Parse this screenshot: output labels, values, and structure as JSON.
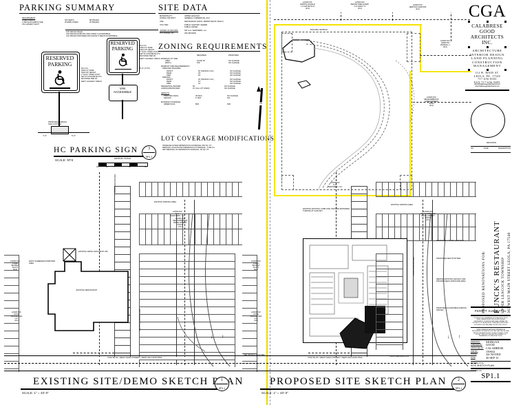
{
  "sheet": {
    "number": "SP1.1",
    "title": "SITE SKETCH PLAN",
    "submittal": "PERMIT SUBMITTAL",
    "project_for": "PROPOSED RENOVATIONS FOR:",
    "project_name": "FUNCK'S RESTAURANT",
    "municipality_line": "UPPER LEACOCK TOWNSHIP",
    "address_line": "363 WEST MAIN STREET LEOLA, PA 17540"
  },
  "logo": {
    "mark": "CGA",
    "name_lines": [
      "CALABRESE",
      "GOOD",
      "ARCHITECTS",
      "INC."
    ],
    "services": [
      "ARCHITECTURE",
      "INTERIOR DESIGN",
      "LAND PLANNING",
      "CONSTRUCTION",
      "MANAGEMENT"
    ],
    "address": [
      "114 W. MAIN ST.",
      "LEOLA, PA. 17540",
      "717-656-8383",
      "FAX:717-656-9695"
    ],
    "web": [
      "office@calabresegoodarchitects.com",
      "www.calabresegoodarchitects.com"
    ]
  },
  "titleblock": {
    "disclaimer1": "COPYRIGHT 2015 CALABRESE GOOD ARCHITECTS INC. THESE DRAWINGS AND SPECIFICATIONS ARE INSTRUMENTS OF SERVICE AND SHALL REMAIN THE PROPERTY OF THE ARCHITECT WHETHER THE PROJECT FOR WHICH THEY ARE MADE IS EXECUTED OR NOT.",
    "disclaimer2": "THESE DRAWINGS HAVE BEEN PREPARED AS INSTRUMENTS OF SERVICE FOR ONE TIME USE ONLY AND MAY NOT BE REPRODUCED OR USED FOR ANY OTHER PROJECT WITHOUT THE WRITTEN CONSENT OF CALABRESE GOOD ARCHITECTS INC.",
    "fields": [
      {
        "key": "DRAWN BY",
        "value": "MORGAN"
      },
      {
        "key": "CHECKED BY",
        "value": "GOOD"
      },
      {
        "key": "APPROVED BY",
        "value": "CALABRESE"
      },
      {
        "key": "JOB NO.",
        "value": "150632"
      },
      {
        "key": "SCALE",
        "value": "AS NOTED"
      },
      {
        "key": "DATE",
        "value": "30 SEP 15"
      }
    ],
    "drawing_title_key": "DRAWING TITLE",
    "drawing_title_value": "SITE SKETCH PLAN",
    "drawing_no_key": "DRAWING NO.",
    "drawing_no_value": "SP1.1",
    "revisions_key": "REVISIONS",
    "revisions_cols": [
      "NO.",
      "DATE",
      "DESCRIPTION"
    ]
  },
  "parking_summary": {
    "heading": "PARKING  SUMMARY",
    "col_headers": [
      "REQUIREMENT",
      "",
      ""
    ],
    "rows": [
      {
        "req": "1 PER 4 SEATS",
        "basis": "300 SEATS",
        "result": "88 SPACES"
      },
      {
        "req": "1 PER EACH EMPLOYEE",
        "basis": "20 EMPLOYEES",
        "result": "20 SPACES"
      },
      {
        "req": "ON LARGEST SHIFT",
        "basis": "",
        "result": ""
      }
    ],
    "totals": [
      "108 SPACES REQD",
      "146 SPACES EXISTING (INCLUDING 6 ACCESSIBLE)",
      "142 SPACES PROVIDED (INCLUDING 5 REQ'D ACCESSIBLE)"
    ]
  },
  "site_data": {
    "heading": "SITE  DATA",
    "rows": [
      {
        "key": "MUNICIPALITY:",
        "value": "UPPER LEACOCK"
      },
      {
        "key": "ZONING DISTRICT:",
        "value": "GENERAL COMMERCIAL (GC)"
      },
      {
        "key": "USE:",
        "value": "RESTAURANT (EXIST, PERMITTED BY RIGHT)"
      },
      {
        "key": "UTILITIES:",
        "value": "PUBLIC SANITARY SEWER"
      },
      {
        "key": "",
        "value": "PUBLIC WATER"
      },
      {
        "key": "OWNER OF RECORD:",
        "value": "N/F: E.G. SHEPHERD, LLC"
      },
      {
        "key": "TAX PARCEL NO:",
        "value": "360-78100000"
      }
    ]
  },
  "zoning": {
    "heading": "ZONING  REQUIREMENTS",
    "col_headers": [
      "",
      "REQUIRED",
      "PROPOSED"
    ],
    "groups": [
      {
        "label": "MINIMUM LOT SIZE:",
        "rows": [
          {
            "item": "AREA",
            "required": "40,000 SF",
            "proposed": "NO CHANGE"
          },
          {
            "item": "WIDTH",
            "required": "150'",
            "proposed": "NO CHANGE"
          }
        ]
      },
      {
        "label": "MINIMUM YARD REQUIREMENTS:",
        "rows": [
          {
            "item": "PRINCIPAL BUILDING:",
            "required": "",
            "proposed": ""
          },
          {
            "item": "FRONT",
            "required": "60' (FROM R.O.W.)",
            "proposed": "NO CHANGE"
          },
          {
            "item": "REAR",
            "required": "25'",
            "proposed": "NO CHANGE"
          },
          {
            "item": "SIDE",
            "required": "20'",
            "proposed": "NO CHANGE"
          },
          {
            "item": "PARKING:",
            "required": "",
            "proposed": ""
          },
          {
            "item": "FRONT",
            "required": "20' (FROM R.O.W.)",
            "proposed": "NO CHANGE"
          },
          {
            "item": "REAR",
            "required": "10'",
            "proposed": "NO CHANGE"
          },
          {
            "item": "SIDE",
            "required": "10'",
            "proposed": "NO CHANGE"
          },
          {
            "item": "RESIDENTIAL BUFFER:",
            "required": "50'",
            "proposed": "NO CHANGE"
          },
          {
            "item": "LANDSCAPE BUFFER:",
            "required": "10' (ALL LOT LINES)",
            "proposed": "NO CHANGE"
          }
        ]
      },
      {
        "label": "HEIGHTS:",
        "rows": [
          {
            "item": "PRINCIPAL BLDG.",
            "required": "35' MAX",
            "proposed": "NO CHANGE"
          },
          {
            "item": "FENCES",
            "required": "6' MAX",
            "proposed": "N/A"
          }
        ]
      },
      {
        "label": "MAXIMUM COVERAGE:",
        "rows": [
          {
            "item": "IMPERVIOUS",
            "required": "80%",
            "proposed": "66%"
          }
        ]
      }
    ]
  },
  "lot_coverage": {
    "heading": "LOT  COVERAGE  MODIFICATIONS",
    "rows": [
      "INCREASE IN NEW IMPERVIOUS COVERAGE:  952 SQ. FT.",
      "REMOVAL OF EXISTING IMPERVIOUS COVERAGE: -1,036 S.F.",
      "NET REMOVAL OF IMPERVIOUS SURFACE: -84 SQ. FT."
    ]
  },
  "detail_hc_sign": {
    "title": "HC  PARKING  SIGN",
    "scale": "SCALE: NTS",
    "ref_number": "3",
    "ref_sheet": "SP1.1",
    "sign_top_lines": [
      "RESERVED",
      "PARKING"
    ],
    "sign_bottom_lines": [
      "VAN",
      "ACCESSIBLE"
    ],
    "icon": "wheelchair-icon",
    "notes_right": [
      "60 A.F.F.",
      "SIGN 12\" WIDE",
      "SIGN 18\" HEIGHT",
      "2\" GALV. STEEL POST",
      "SET IN CONCRETE FTG.",
      "MOUNTED PER PA",
      "DEPT. HIGHWAY SPECS."
    ],
    "dim_sign": "5'-0\" (TYP.)",
    "dim_left": "7'-0\"",
    "dim_right": "5'-0\"",
    "footing_note": "PROPOSED PARKING\nSIGN FOOTING"
  },
  "graphic_scale": {
    "label": "GRAPHIC SCALE",
    "ticks": [
      "40",
      "20",
      "0",
      "40",
      "80",
      "160"
    ]
  },
  "plans": [
    {
      "id": "existing",
      "title": "EXISTING  SITE/DEMO  SKETCH  PLAN",
      "scale": "SCALE: 1\" = 40'-0\"",
      "ref_number": "1",
      "ref_sheet": "SP1.1",
      "street_label": "ROUTE 23 / WEST MAIN STREET / NEW HOLLAND PIKE",
      "labels": [
        "EXISTING PARKING AREA",
        "EXISTING RESTAURANT",
        "EXIST SCREENED DUMPSTER AREA",
        "EXISTING DRIVE THRU DROP OFF",
        "EXIST'G CURB CUT / ENTRANCE DRIVE",
        "LANDSCAPE BUFFER",
        "EXISTING PARKING AREA"
      ],
      "neighbors": [
        "LANDS N/F: E.G. SHEPHERD, LLC",
        "LANDS N/F: MEADOWBROOK DEVELOPMENT ASSOC (GC)",
        "LANDS N/F: STEED JEFFREY SCOTT (R-2)",
        "LANDS N/F: HOKE PROPERTIES LLC (GC)"
      ]
    },
    {
      "id": "proposed",
      "title": "PROPOSED  SITE  SKETCH  PLAN",
      "scale": "SCALE: 1\" = 40'-0\"",
      "ref_number": "2",
      "ref_sheet": "SP1.1",
      "street_label": "ROUTE 23 / WEST MAIN STREET / NEW HOLLAND PIKE",
      "labels": [
        "EXISTING PARKING AREA",
        "PROPOSED 1 STORY ADDITION",
        "PROPOSED NEW STOP BAR",
        "PROPOSED ADDITION",
        "REMOVE EXISTING ASPHALT AND PROVIDE NEW LANDSCAPE AREA",
        "PROPOSED ACCESSIBLE PARKING SPACES",
        "LANDSCAPE BUFFER",
        "EXISTING EXISTING CURB LINE, PROVIDE EXPANDED TURNING AT GATE BAY",
        "SEE DETAILS AS NOTED"
      ],
      "neighbors": [
        "LANDS N/F: E.G. SHEPHERD, LLC",
        "LANDS N/F: MEADOWBROOK DEVELOPMENT ASSOC (GC)",
        "LANDS N/F: STEED JEFFREY SCOTT (R-2)",
        "LANDS N/F: HOKE PROPERTIES LLC (GC)",
        "LANDS N/F: MEADOWBROOK HOMEOWNERS ASSN (R-2)"
      ]
    }
  ],
  "site_plan_top": {
    "neighbors": [
      {
        "title": "LANDS N/F:",
        "lines": [
          "MARTIN DONALD",
          "L & KATHRYN M",
          "(R-2)"
        ]
      },
      {
        "title": "LANDS N/F:",
        "lines": [
          "REIFSNYDER HARRY",
          "Z & NANCY Z",
          "(R-2)"
        ]
      },
      {
        "title": "LANDS N/F:",
        "lines": [
          "HERTZOG ELWOOD",
          "(R-2)"
        ]
      },
      {
        "title": "LANDS N/F:",
        "lines": [
          "GRIFFITH",
          "RANDALL J",
          "(R-2)"
        ]
      },
      {
        "title": "LANDS N/F:",
        "lines": [
          "MEADOWBROOK",
          "HOMEOWNERS",
          "ASSN",
          "(R-2)"
        ]
      },
      {
        "title": "LANDS N/F:",
        "lines": [
          "E.G.",
          "SHEPHERD, LLC"
        ]
      }
    ],
    "setback_label": "BUILDING SETBACK",
    "north_label": "N"
  },
  "colors": {
    "property_line": "#f5e400",
    "ink": "#000000",
    "light_ink": "#6a6a6a"
  }
}
